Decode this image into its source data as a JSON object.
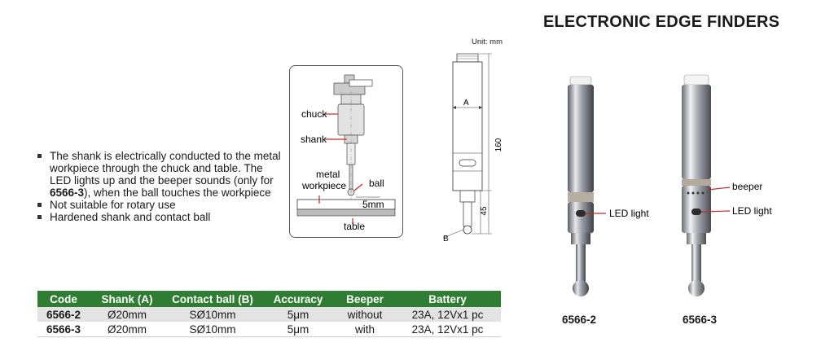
{
  "header": {
    "title": "ELECTRONIC EDGE FINDERS",
    "unit": "Unit: mm"
  },
  "features": [
    {
      "text_before": "The shank is electrically conducted to the metal workpiece through the chuck and table. The LED lights up and the beeper sounds (only for ",
      "bold": "6566-3",
      "text_after": "), when the ball touches the workpiece"
    },
    {
      "text_before": "Not suitable for rotary use",
      "bold": "",
      "text_after": ""
    },
    {
      "text_before": "Hardened shank and contact ball",
      "bold": "",
      "text_after": ""
    }
  ],
  "setup_diagram": {
    "labels": {
      "chuck": "chuck",
      "shank": "shank",
      "metal": "metal",
      "workpiece": "workpiece",
      "ball": "ball",
      "gap": "5mm",
      "table": "table"
    }
  },
  "dimension_drawing": {
    "labels": {
      "a": "A",
      "b": "B",
      "length": "160",
      "tip": "45"
    }
  },
  "table": {
    "headers": [
      "Code",
      "Shank (A)",
      "Contact ball (B)",
      "Accuracy",
      "Beeper",
      "Battery"
    ],
    "rows": [
      [
        "6566-2",
        "Ø20mm",
        "SØ10mm",
        "5μm",
        "without",
        "23A, 12Vx1 pc"
      ],
      [
        "6566-3",
        "Ø20mm",
        "SØ10mm",
        "5μm",
        "with",
        "23A, 12Vx1 pc"
      ]
    ]
  },
  "products": [
    {
      "code": "6566-2",
      "callouts": [
        "LED light"
      ]
    },
    {
      "code": "6566-3",
      "callouts": [
        "beeper",
        "LED light"
      ]
    }
  ],
  "colors": {
    "table_header": "#2e7d32",
    "callout_line": "#c62828",
    "metal": "#b8bcc2"
  }
}
